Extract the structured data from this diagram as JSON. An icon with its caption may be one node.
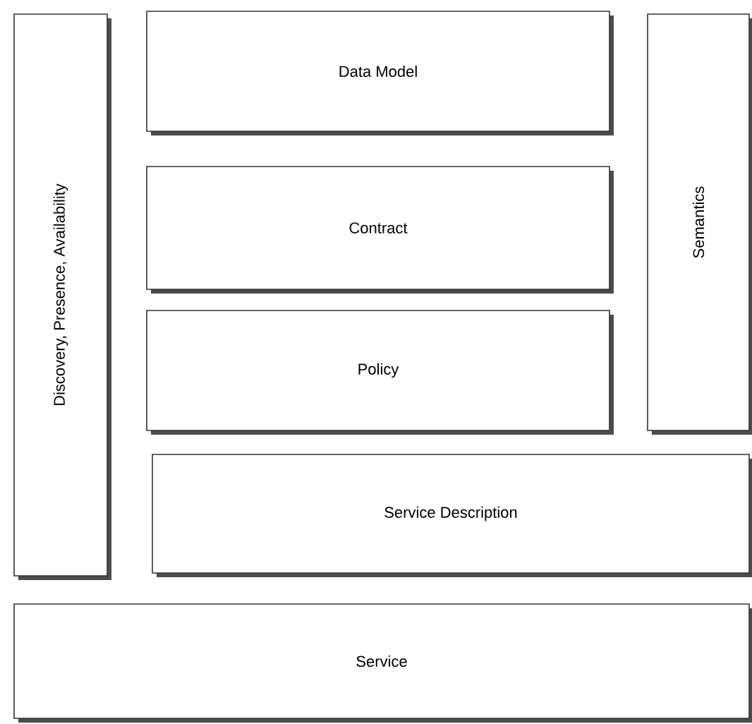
{
  "diagram": {
    "nodes": [
      {
        "text": [
          "Discovery, Presence, Availability"
        ]
      },
      {
        "text": [
          "Data Model"
        ]
      },
      {
        "text": [
          "Contract"
        ]
      },
      {
        "text": [
          "Policy"
        ]
      },
      {
        "text": [
          "Semantics"
        ]
      },
      {
        "text": [
          "Service Description"
        ]
      },
      {
        "text": [
          "Service"
        ]
      }
    ]
  }
}
